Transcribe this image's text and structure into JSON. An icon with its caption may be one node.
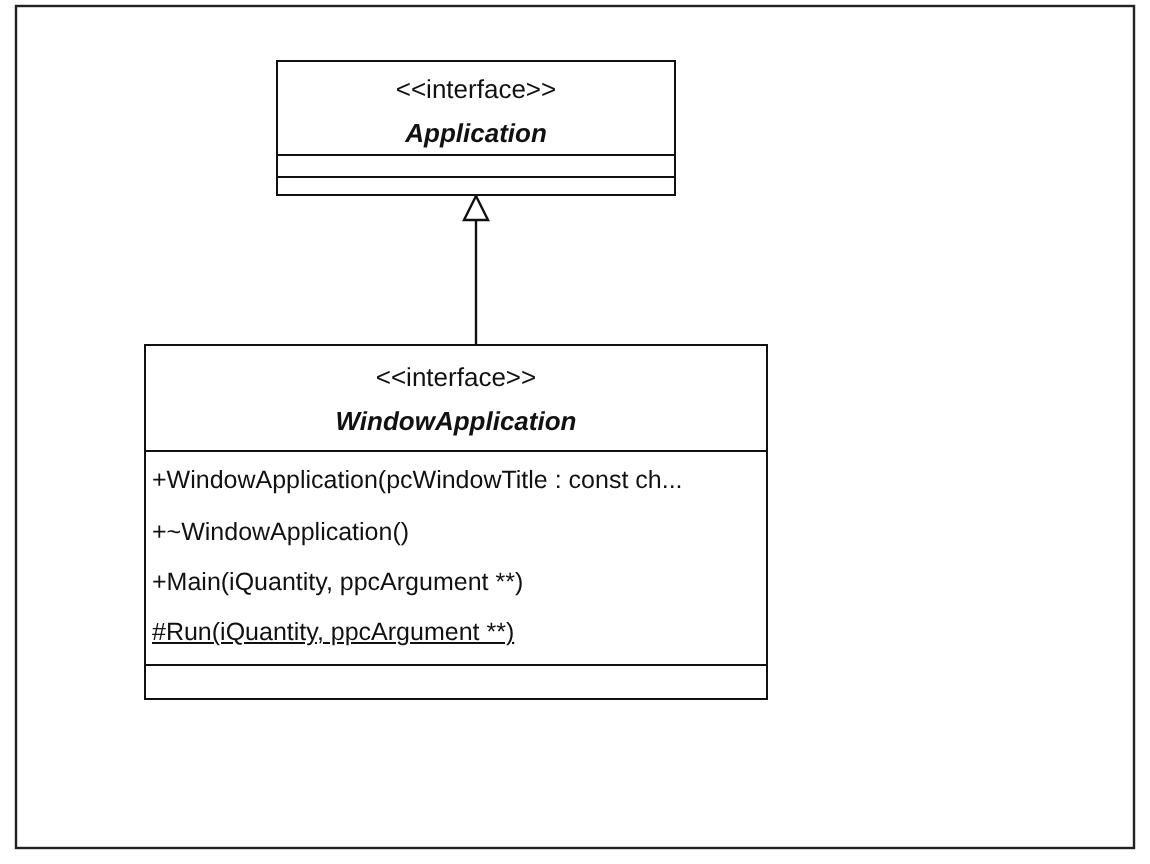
{
  "diagram": {
    "nodes": [
      {
        "text": [
          "<<interface>>",
          "Application"
        ]
      },
      {
        "text": [
          "<<interface>>",
          "WindowApplication",
          "+WindowApplication(pcWindowTitle : const ch...",
          "+~WindowApplication()",
          "+Main(iQuantity, ppcArgument **)",
          "#Run(iQuantity, ppcArgument **)"
        ]
      }
    ],
    "edges": [
      {
        "from": 1,
        "to": 0,
        "arrow": "to"
      }
    ]
  }
}
